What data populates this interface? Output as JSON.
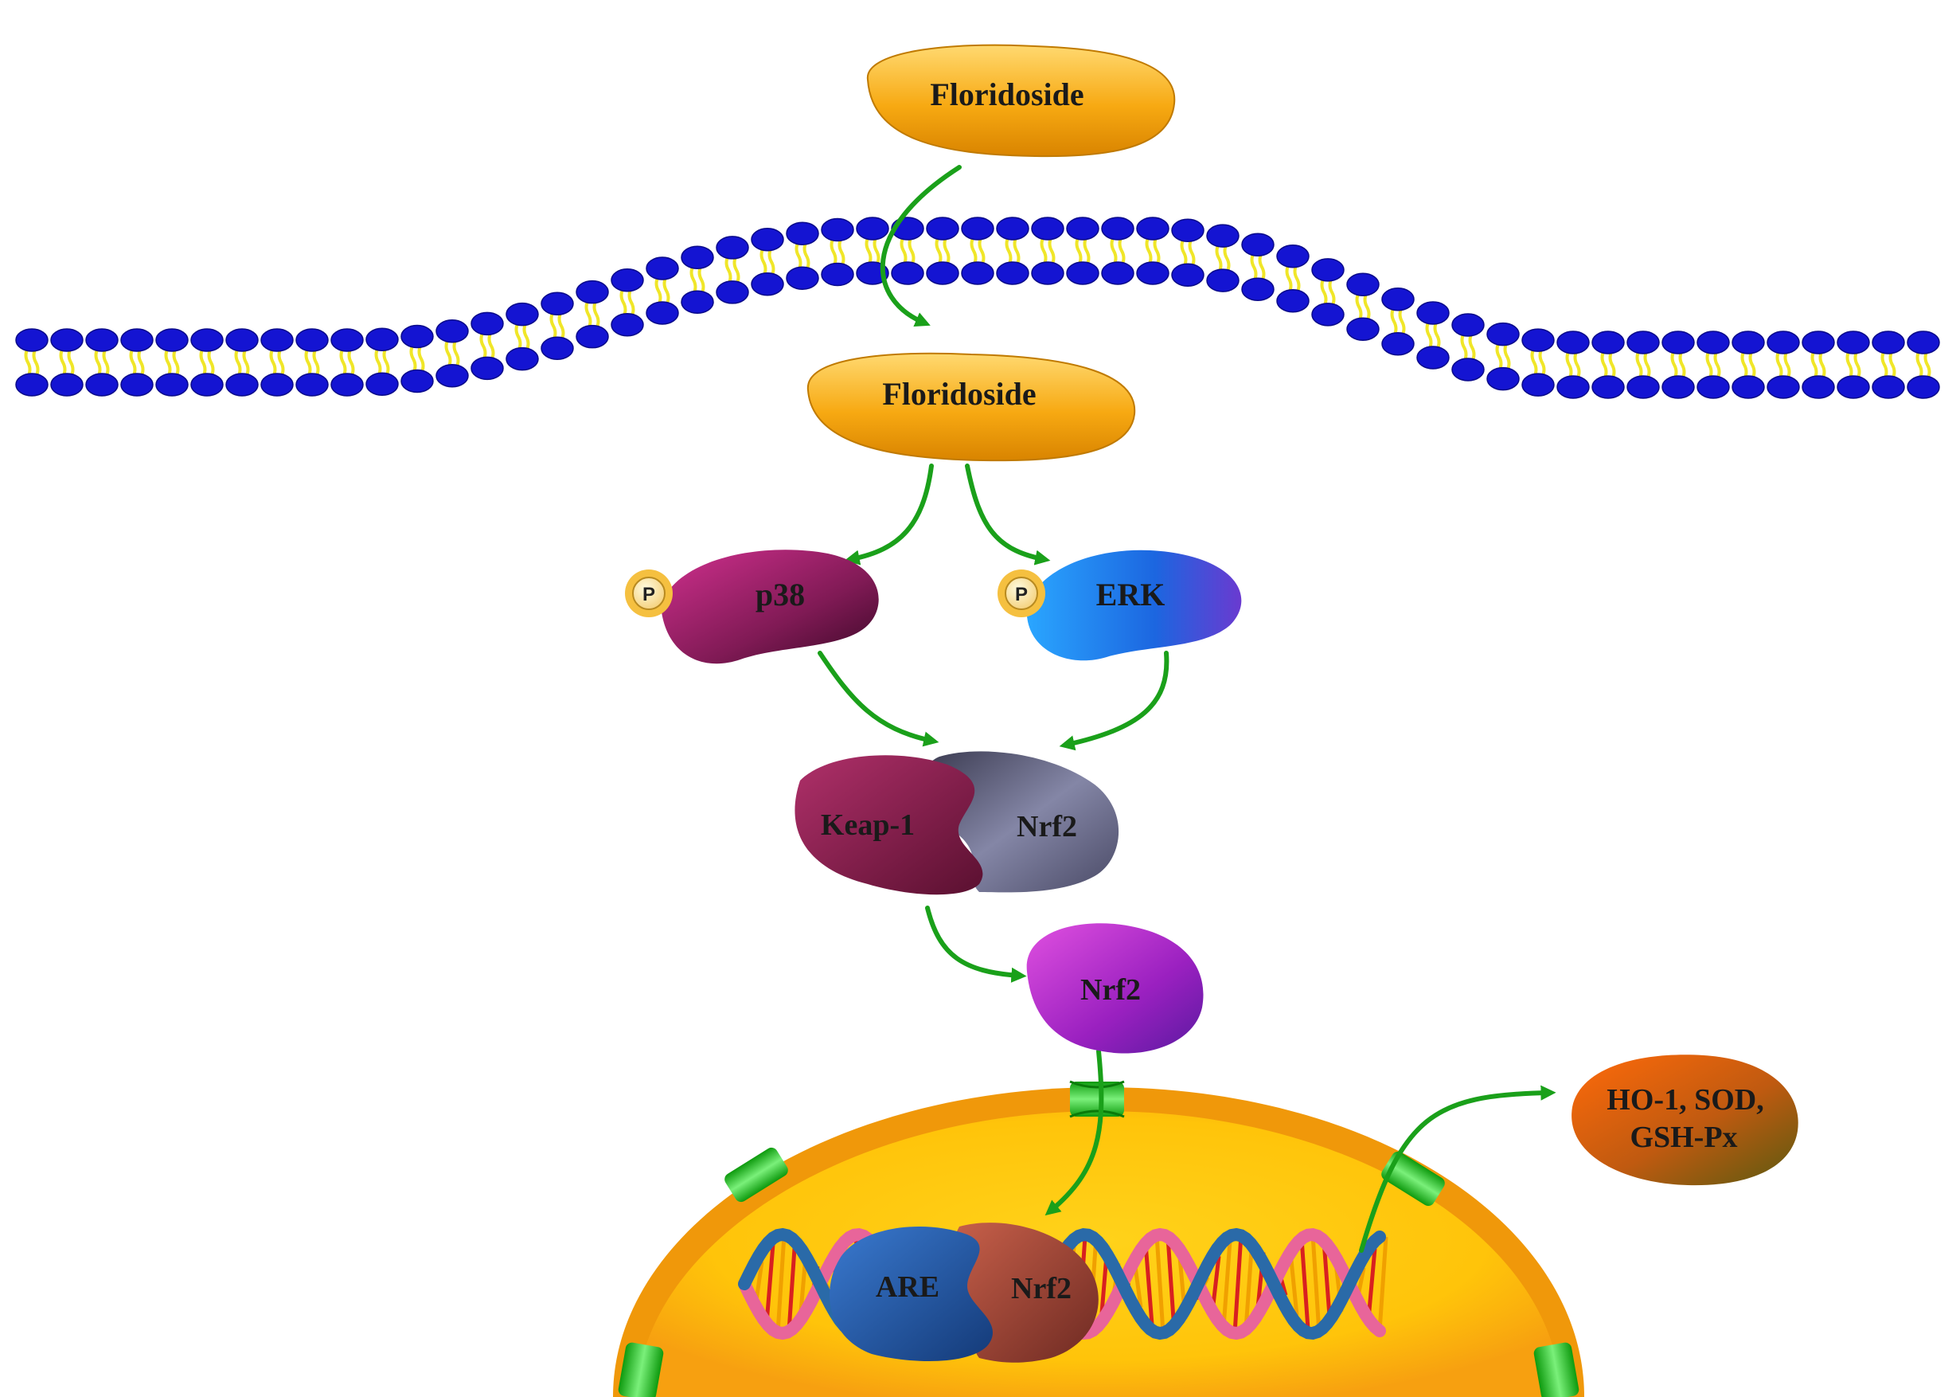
{
  "labels": {
    "floridoside_outside": "Floridoside",
    "floridoside_inside": "Floridoside",
    "p38": "p38",
    "erk": "ERK",
    "phospho_p38": "P",
    "phospho_erk": "P",
    "keap1": "Keap-1",
    "nrf2_complex": "Nrf2",
    "nrf2_free": "Nrf2",
    "are": "ARE",
    "nrf2_bound": "Nrf2",
    "products_line1": "HO-1, SOD,",
    "products_line2": "GSH-Px"
  },
  "colors": {
    "arrow": "#1aa01a",
    "membrane_head": "#1414d2",
    "membrane_tail": "#f0e628",
    "floridoside": "#f7a912",
    "p38": "#a0206e",
    "erk": "#1c78e0",
    "keap1": "#8c1e4a",
    "nrf2_complex": "#6e7090",
    "nrf2_free": "#a21cc0",
    "are": "#1e4a8c",
    "nrf2_bound": "#a0463a",
    "nucleus": "#f5a20a",
    "products": "#b84a10",
    "pore": "#22c022"
  }
}
